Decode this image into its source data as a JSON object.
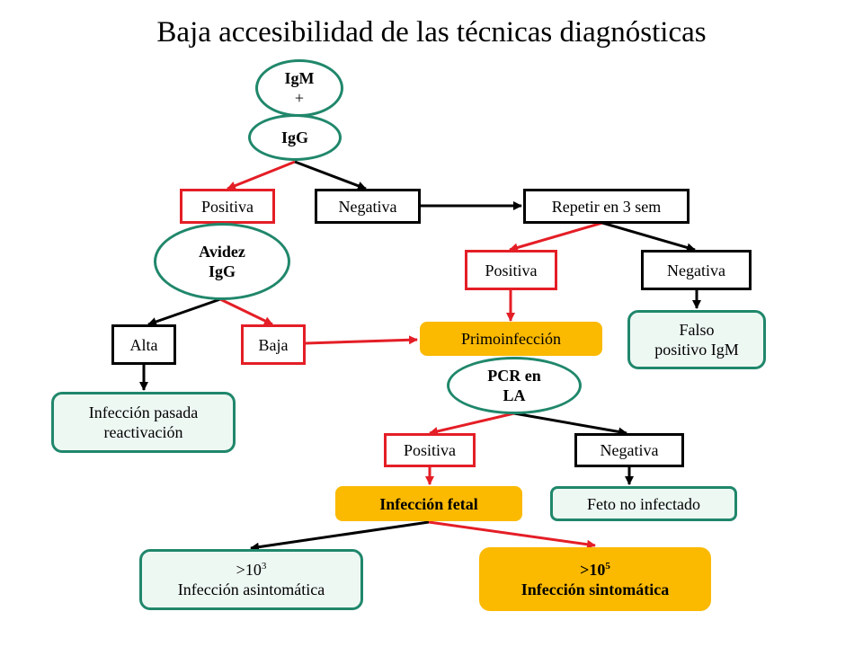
{
  "title": "Baja accesibilidad de las técnicas diagnósticas",
  "nodes": {
    "igm_line1": "IgM",
    "igm_line2": "+",
    "igg": "IgG",
    "positiva_1": "Positiva",
    "negativa_1": "Negativa",
    "repetir": "Repetir en 3 sem",
    "avidez_line1": "Avidez",
    "avidez_line2": "IgG",
    "positiva_2": "Positiva",
    "negativa_2": "Negativa",
    "alta": "Alta",
    "baja": "Baja",
    "primoinfeccion": "Primoinfección",
    "falso_line1": "Falso",
    "falso_line2": "positivo IgM",
    "pcr_line1": "PCR en",
    "pcr_line2": "LA",
    "pasada_line1": "Infección pasada",
    "pasada_line2": "reactivación",
    "positiva_3": "Positiva",
    "negativa_3": "Negativa",
    "infeccion_fetal": "Infección fetal",
    "feto_no_infectado": "Feto no infectado",
    "asint_base": ">10",
    "asint_exp": "3",
    "asint_label": "Infección asintomática",
    "sint_base": ">10",
    "sint_exp": "5",
    "sint_label": "Infección sintomática"
  },
  "colors": {
    "red_arrow": "#e41e26",
    "black_arrow": "#000000",
    "green_border": "#20876b",
    "green_fill": "#eef8f3",
    "yellow_fill": "#fbb900"
  }
}
